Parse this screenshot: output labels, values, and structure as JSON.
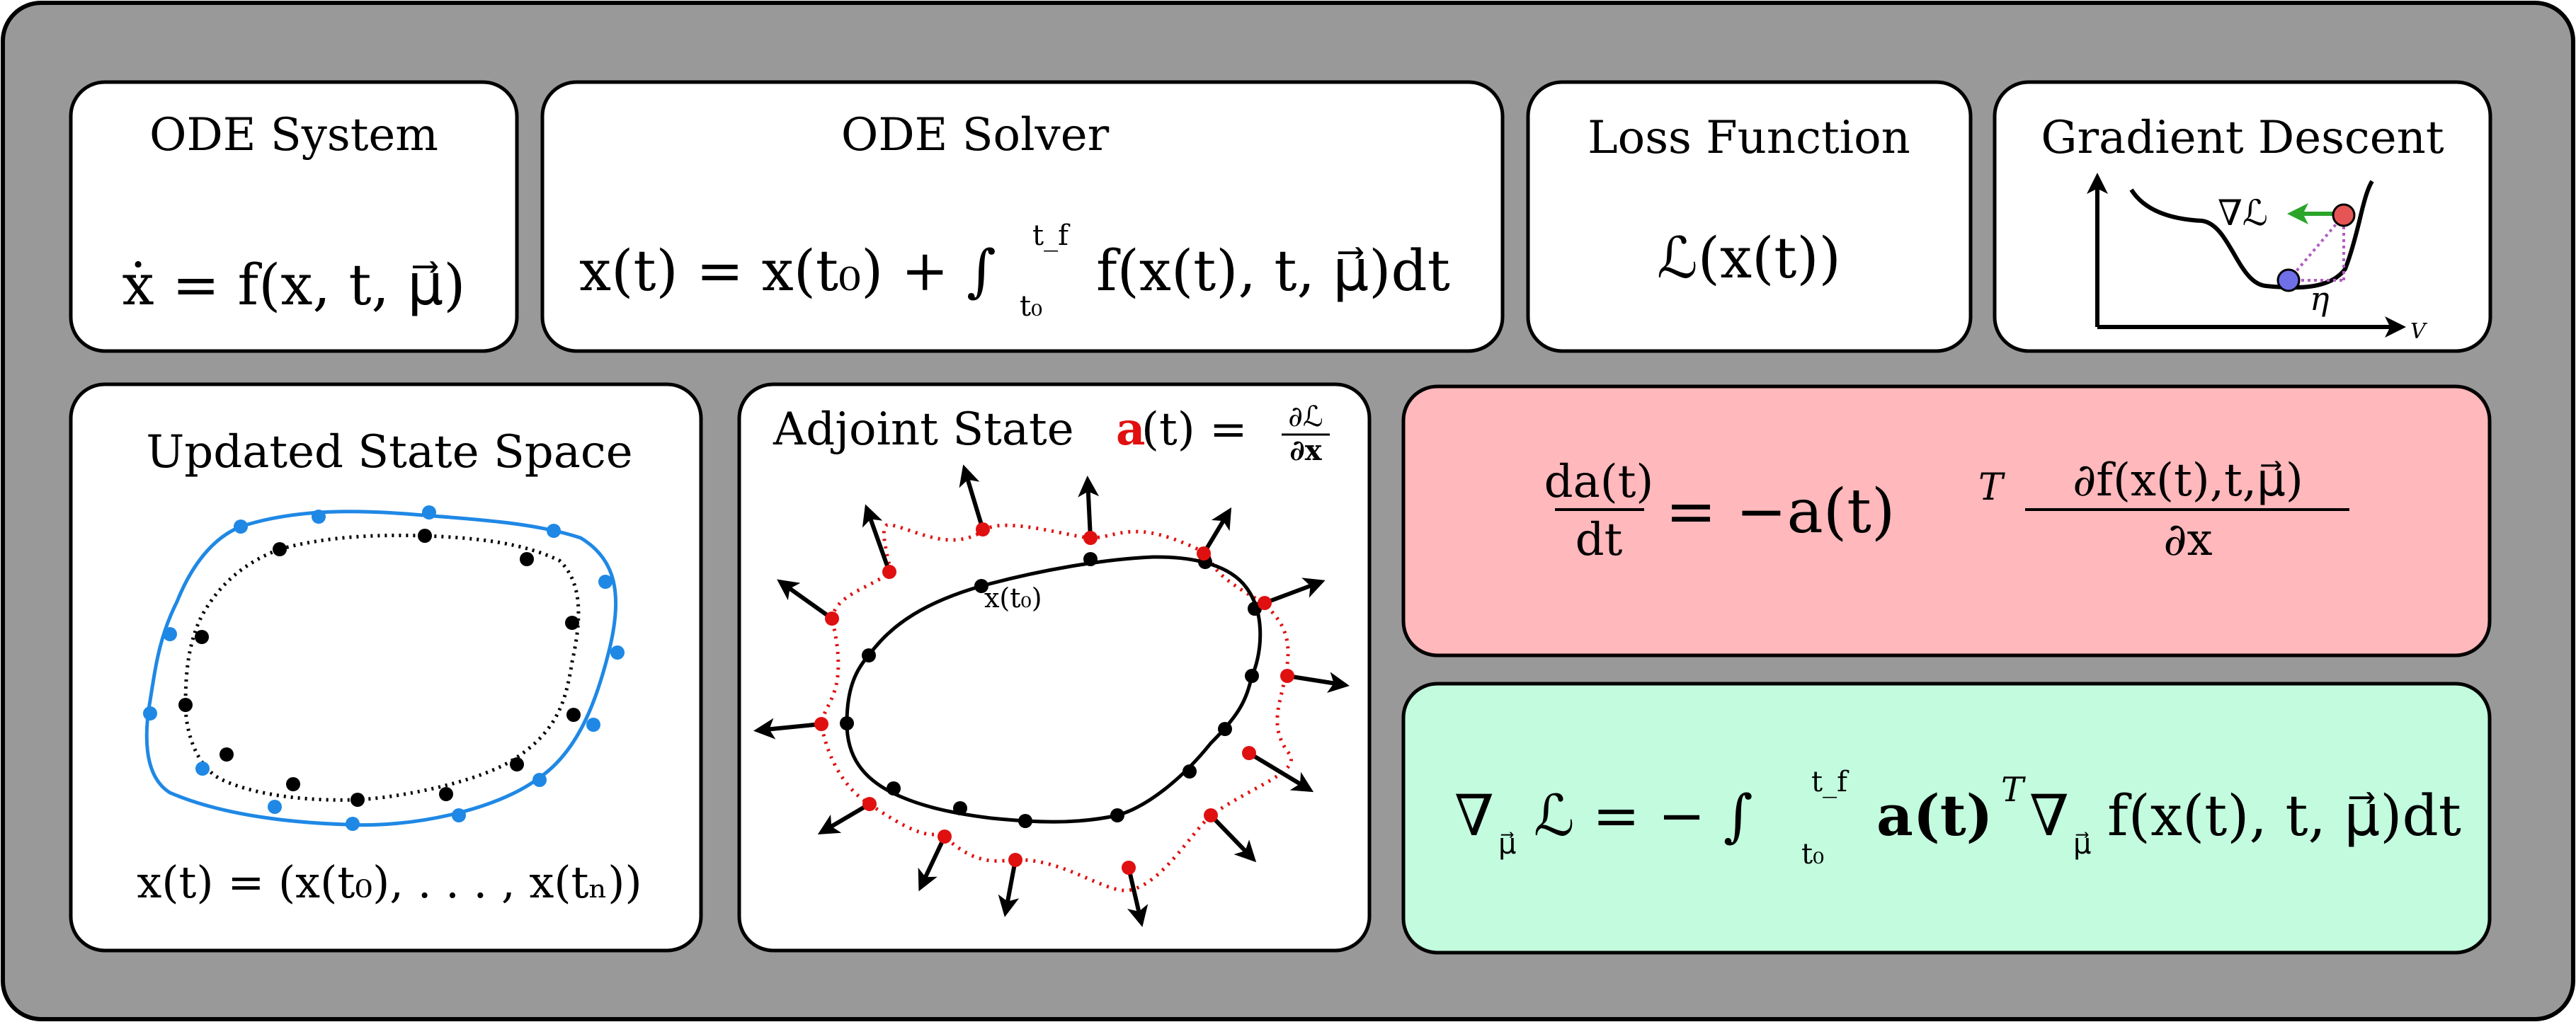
{
  "colors": {
    "outer_bg": "#999999",
    "panel_bg": "#ffffff",
    "adjoint_eq_bg": "#ffb8bb",
    "gradient_eq_bg": "#c2fbde",
    "blue": "#1f88e5",
    "red": "#e01010",
    "green": "#2aa52a",
    "descent_end": "#e55555",
    "descent_start": "#6f6fe8",
    "eta_dotted": "#b05ec0"
  },
  "panels": {
    "ode_system": {
      "title": "ODE System",
      "equation": "ẋ = f(x, t, μ⃗)"
    },
    "ode_solver": {
      "title": "ODE Solver",
      "equation_lhs": "x(t) = x(t₀) + ∫",
      "int_upper": "t_f",
      "int_lower": "t₀",
      "equation_rhs": "f(x(t), t, μ⃗)dt"
    },
    "loss_function": {
      "title": "Loss Function",
      "equation": "ℒ(x(t))"
    },
    "gradient_descent": {
      "title": "Gradient Descent",
      "grad_label": "∇ℒ",
      "eta_label": "η",
      "x_axis_label": "V"
    },
    "updated_state_space": {
      "title": "Updated State Space",
      "equation": "x(t) = (x(t₀), . . . , x(tₙ))"
    },
    "adjoint_state": {
      "title": "Adjoint State",
      "a_symbol": "a",
      "a_suffix": "(t) =",
      "frac_num": "∂ℒ",
      "frac_den": "∂x",
      "point_label": "x(t₀)"
    },
    "adjoint_equation": {
      "lhs_num": "da(t)",
      "lhs_den": "dt",
      "middle": "= −a(t)",
      "sup_T": "T",
      "rhs_num": "∂f(x(t),t,μ⃗)",
      "rhs_den": "∂x"
    },
    "gradient_equation": {
      "lhs": "∇",
      "lhs_sub": "μ⃗",
      "lhs_rest": "ℒ = − ∫",
      "int_upper": "t_f",
      "int_lower": "t₀",
      "rhs": "a(t)",
      "sup_T": "T",
      "rhs2": "∇",
      "rhs2_sub": "μ⃗",
      "rhs3": "f(x(t), t, μ⃗)dt"
    }
  }
}
